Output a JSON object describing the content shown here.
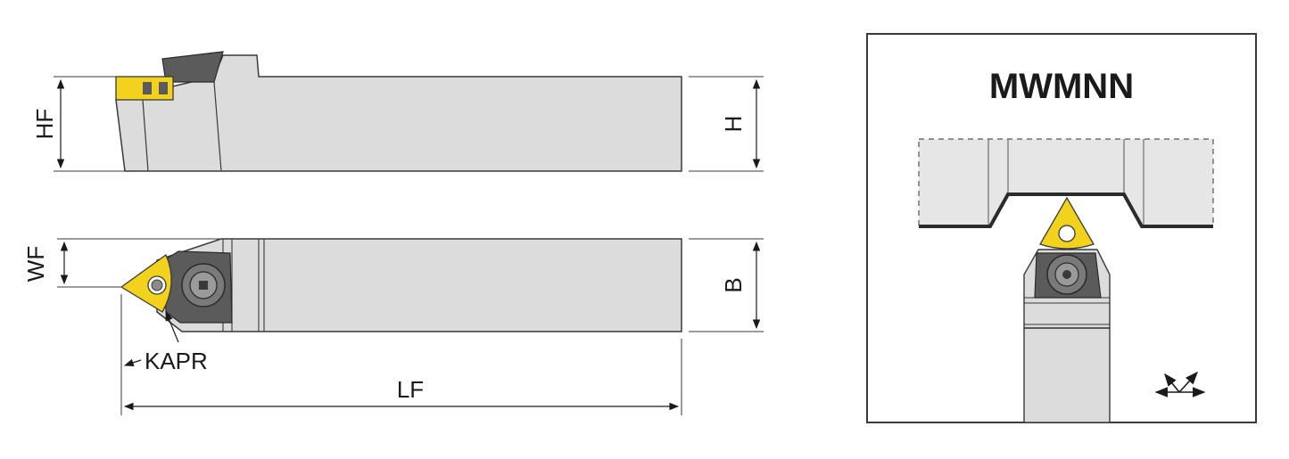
{
  "diagram": {
    "labels": {
      "hf": "HF",
      "h": "H",
      "wf": "WF",
      "b": "B",
      "kapr": "KAPR",
      "lf": "LF"
    },
    "inset_title": "MWMNN",
    "colors": {
      "body": "#dcdcdc",
      "outline": "#3a3a3a",
      "insert": "#f2d21c",
      "clamp": "#5b5b5b",
      "dark": "#2b2b2b"
    }
  }
}
